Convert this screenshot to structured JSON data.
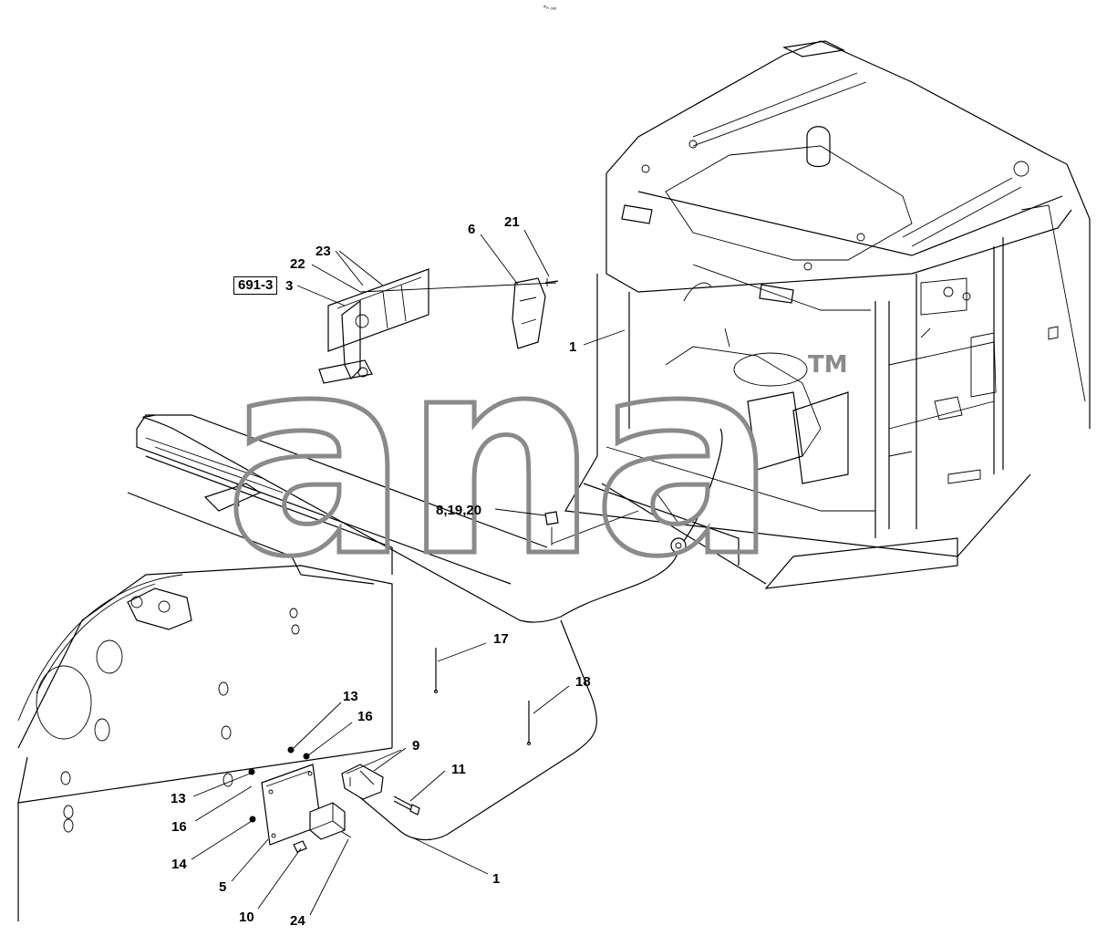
{
  "header_code": "ᵐₙ ₒₒₒ",
  "ref_box": "691-3",
  "watermark": {
    "text": "ana",
    "tm": "TM"
  },
  "callouts": {
    "c21": "21",
    "c6": "6",
    "c23": "23",
    "c22": "22",
    "c3": "3",
    "c1_top": "1",
    "c8_19_20": "8,19,20",
    "c17": "17",
    "c18": "18",
    "c13_a": "13",
    "c16_a": "16",
    "c9": "9",
    "c11": "11",
    "c13_b": "13",
    "c16_b": "16",
    "c14": "14",
    "c5": "5",
    "c10": "10",
    "c24": "24",
    "c1_bottom": "1"
  }
}
